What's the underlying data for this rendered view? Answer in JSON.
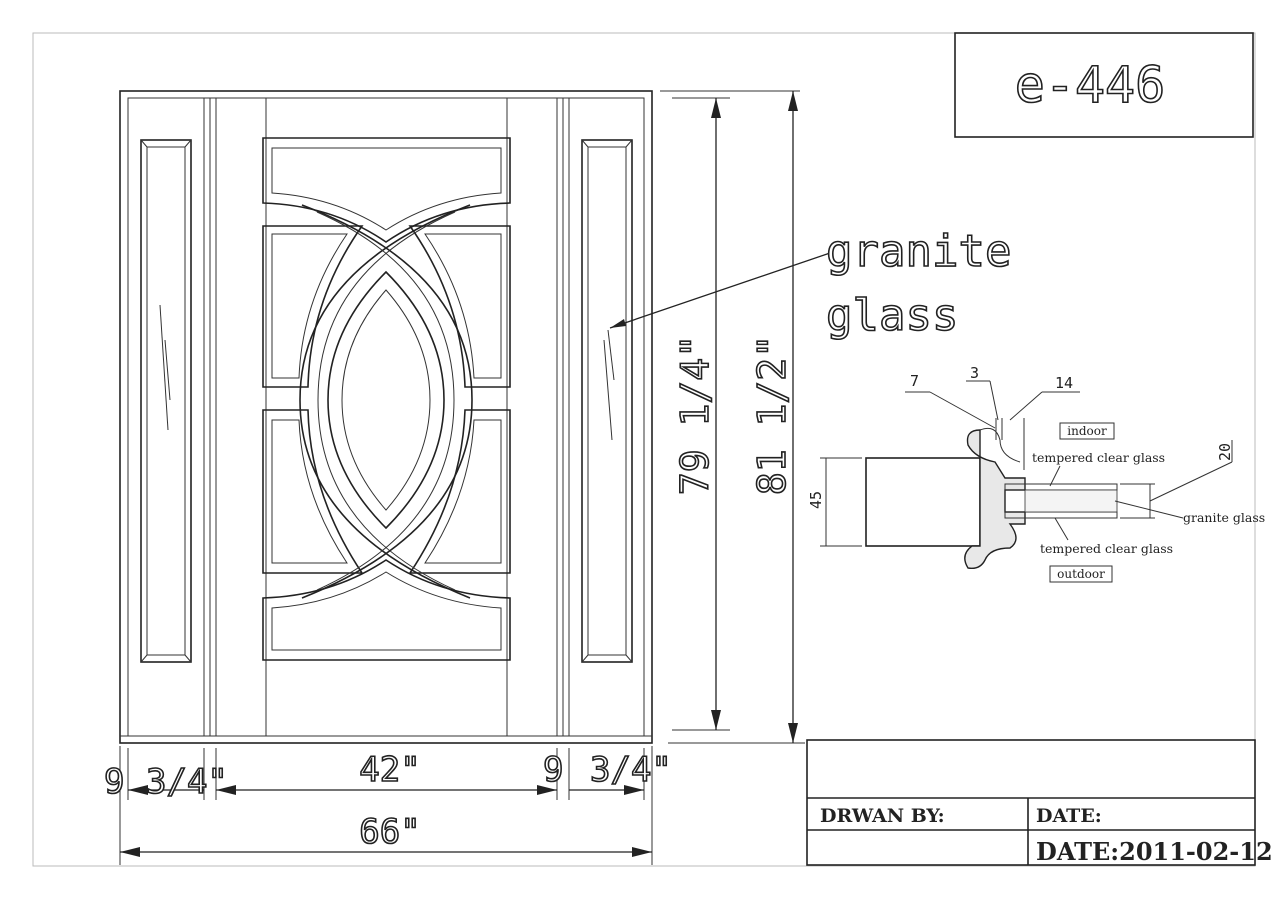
{
  "model": "e-446",
  "glass_callout": {
    "line1": "granite",
    "line2": "glass"
  },
  "dimensions": {
    "height_inner": "79 1/4\"",
    "height_outer": "81 1/2\"",
    "sidelite_left_num": "9",
    "sidelite_left_frac": "3/4\"",
    "door_width": "42\"",
    "sidelite_right_num": "9",
    "sidelite_right_frac": "3/4\"",
    "total_width": "66\""
  },
  "section": {
    "dim_7": "7",
    "dim_3": "3",
    "dim_14": "14",
    "dim_20": "20",
    "dim_45": "45",
    "indoor": "indoor",
    "outdoor": "outdoor",
    "tempered_top": "tempered clear glass",
    "tempered_bottom": "tempered clear glass",
    "granite": "granite glass"
  },
  "title_block": {
    "drawn_by": "DRWAN BY:",
    "date_label": "DATE:",
    "date_value": "DATE:2011-02-12"
  }
}
